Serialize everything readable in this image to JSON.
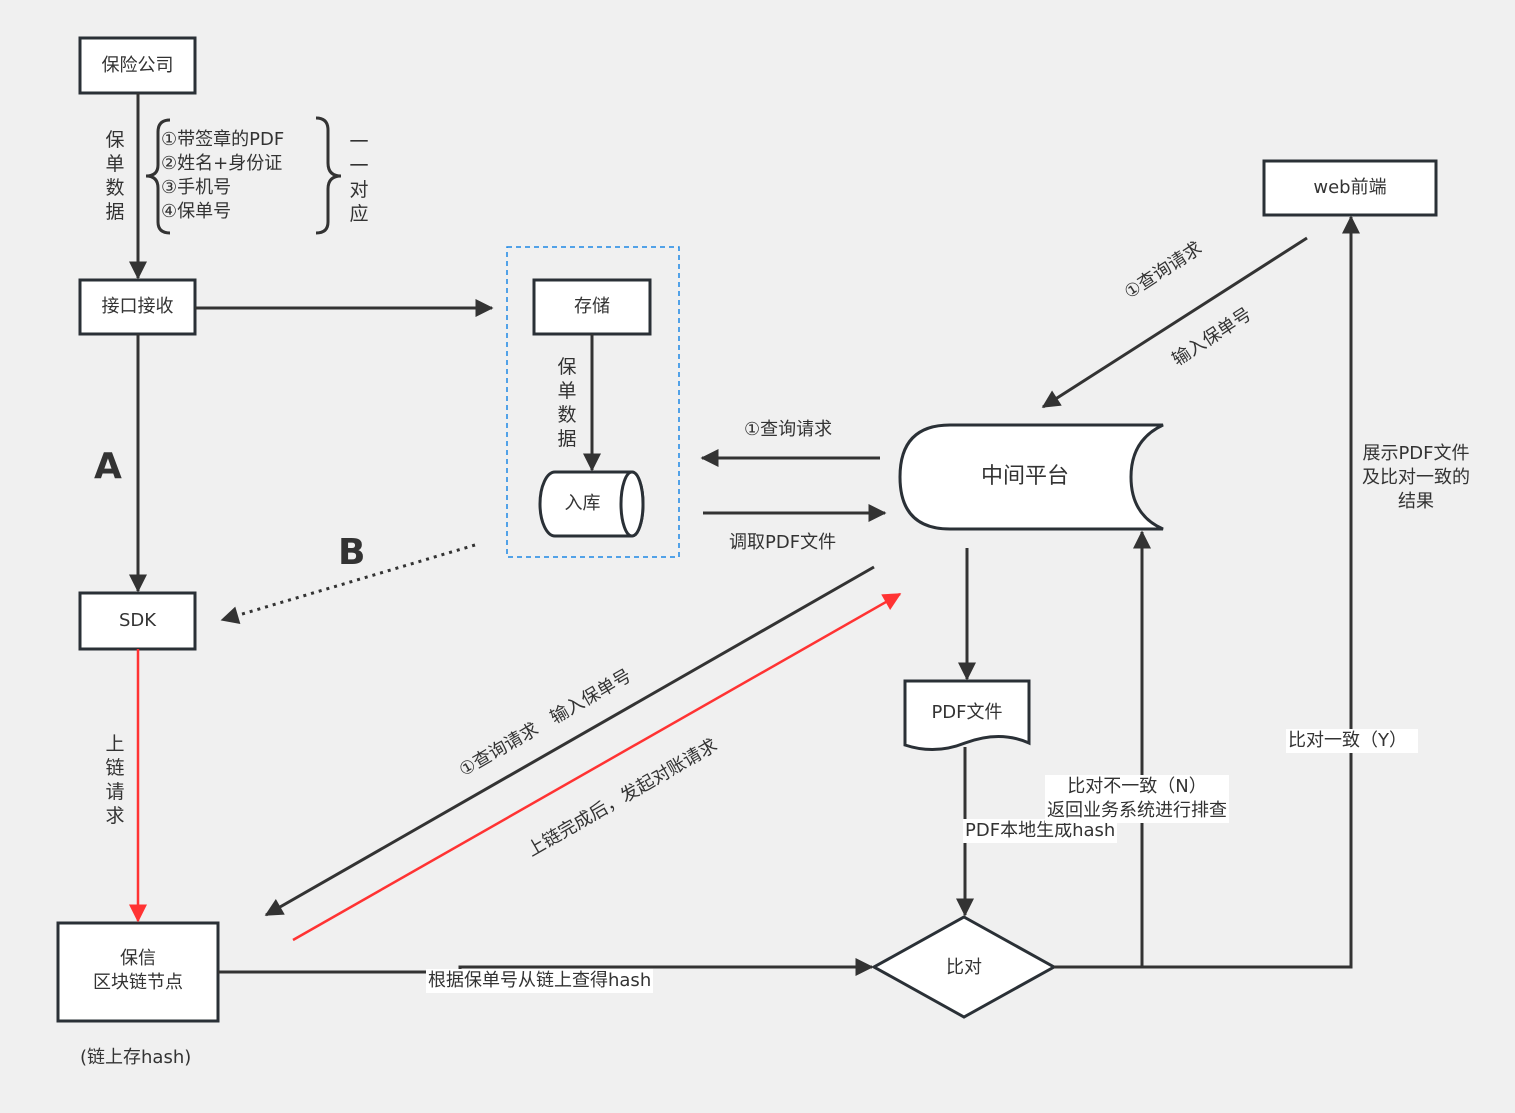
{
  "nodes": {
    "insurer": "保险公司",
    "interface": "接口接收",
    "storage": "存储",
    "database": "入库",
    "sdk": "SDK",
    "blockchain_node_line1": "保信",
    "blockchain_node_line2": "区块链节点",
    "blockchain_note": "(链上存hash)",
    "middle_platform": "中间平台",
    "pdf_file": "PDF文件",
    "compare": "比对",
    "web_frontend": "web前端"
  },
  "labels": {
    "policy_data_left": "保单数据",
    "policy_items": [
      "①带签章的PDF",
      "②姓名+身份证",
      "③手机号",
      "④保单号"
    ],
    "one_to_one": "一一对应",
    "policy_data_storage": "保单数据",
    "path_a": "A",
    "path_b": "B",
    "chain_request": "上链请求",
    "query_request_left": "①查询请求",
    "fetch_pdf": "调取PDF文件",
    "web_query_line1": "①查询请求",
    "web_query_line2": "输入保单号",
    "diag_query": "①查询请求   输入保单号",
    "diag_reconcile": "上链完成后，发起对账请求",
    "hash_lookup": "根据保单号从链上查得hash",
    "pdf_local_hash": "PDF本地生成hash",
    "mismatch_line1": "比对不一致（N）",
    "mismatch_line2": "返回业务系统进行排查",
    "match": "比对一致（Y）",
    "show_result_line1": "展示PDF文件",
    "show_result_line2": "及比对一致的",
    "show_result_line3": "结果"
  },
  "colors": {
    "stroke": "#333333",
    "box_border": "#2a3036",
    "red": "#ff3333",
    "dashed_blue": "#1e88e5",
    "background": "#f0f0f0"
  }
}
